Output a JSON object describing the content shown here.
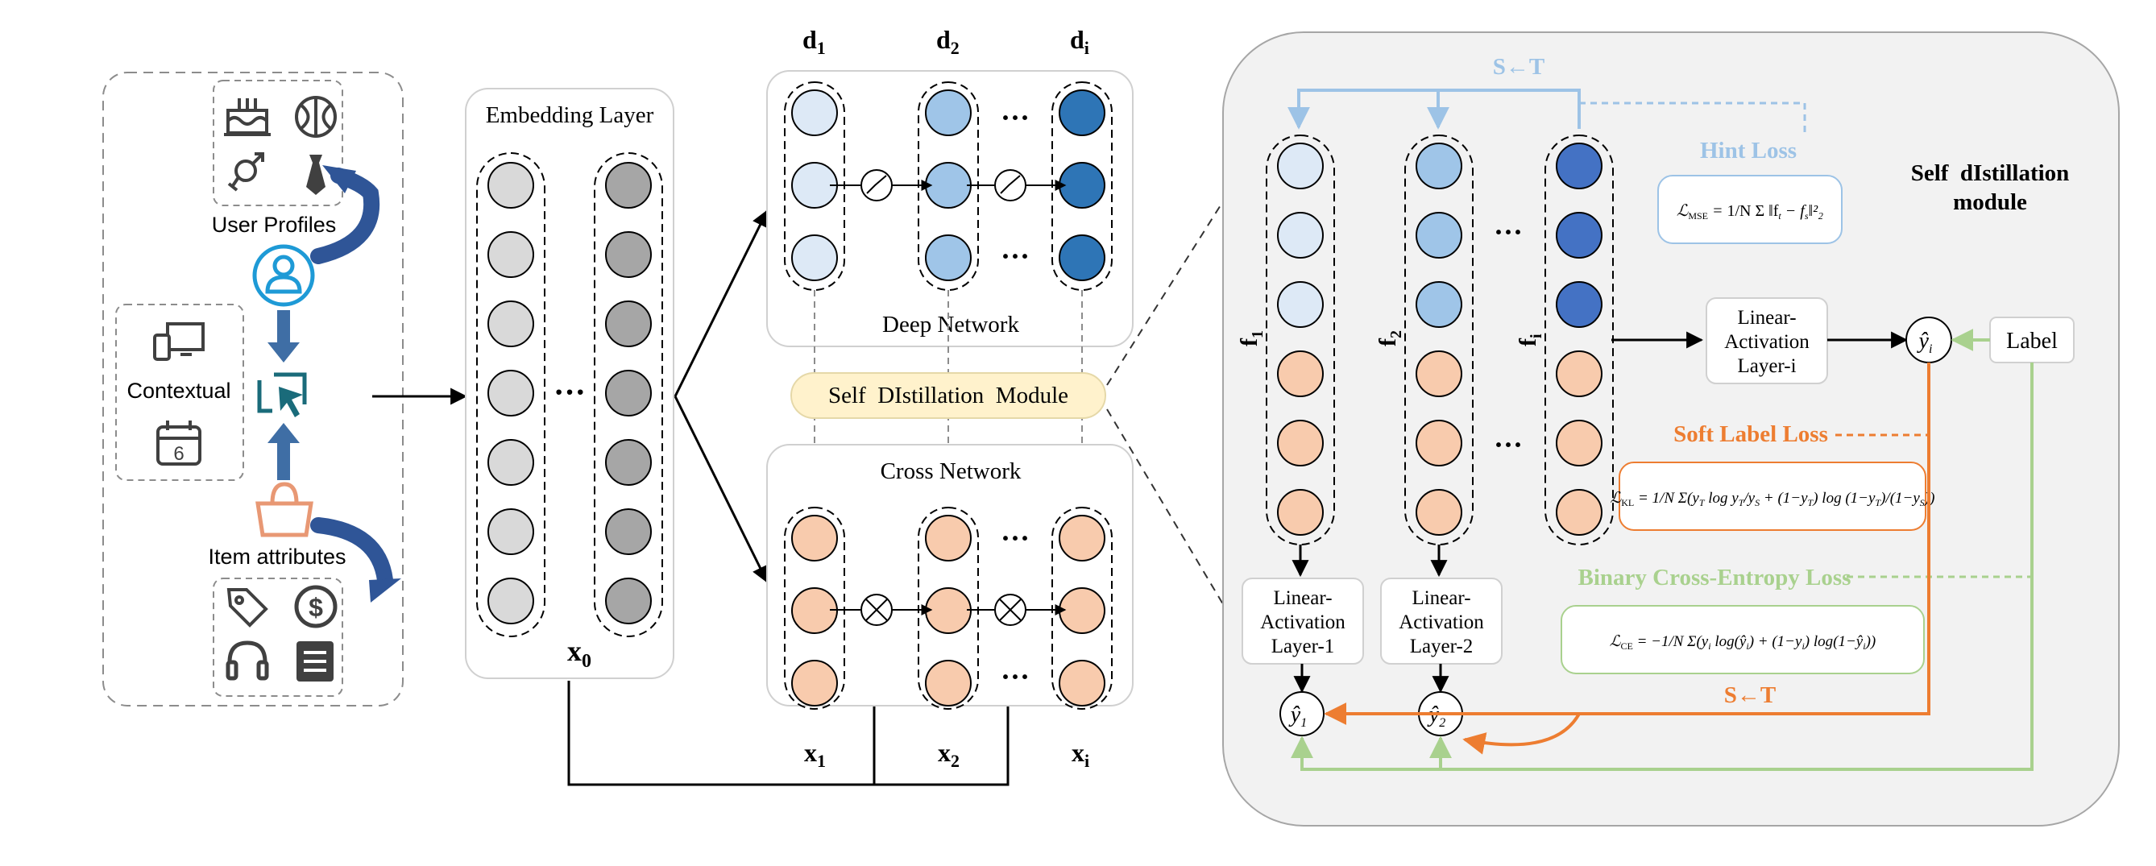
{
  "input": {
    "user_profiles_label": "User Profiles",
    "contextual_label": "Contextual",
    "item_attributes_label": "Item attributes",
    "calendar_day": "6",
    "icons": {
      "profile": [
        "cake-icon",
        "basketball-icon",
        "gender-icon",
        "tie-icon"
      ],
      "user": "user-icon",
      "context": [
        "devices-icon",
        "calendar-icon"
      ],
      "click": "cursor-click-icon",
      "item": "shopping-bag-icon",
      "attributes": [
        "tag-icon",
        "dollar-icon",
        "headphones-icon",
        "document-icon"
      ]
    }
  },
  "embedding": {
    "title": "Embedding Layer",
    "ellipsis": "···",
    "x0": "x",
    "x0_sub": "0"
  },
  "deep_network": {
    "title": "Deep Network",
    "d1": "d",
    "d1_sub": "1",
    "d2": "d",
    "d2_sub": "2",
    "di": "d",
    "di_sub": "i",
    "ellipsis": "···"
  },
  "sdm_bar": {
    "label": "Self  DIstillation  Module"
  },
  "cross_network": {
    "title": "Cross Network",
    "x1": "x",
    "x1_sub": "1",
    "x2": "x",
    "x2_sub": "2",
    "xi": "x",
    "xi_sub": "i",
    "ellipsis": "···"
  },
  "module": {
    "title_line1": "Self  dIstillation",
    "title_line2": "module",
    "s_t_top": "S←T",
    "s_t_bottom": "S←T",
    "f1": "f",
    "f1_sub": "1",
    "f2": "f",
    "f2_sub": "2",
    "fi": "f",
    "fi_sub": "i",
    "ellipsis": "···",
    "hint_loss": "Hint Loss",
    "soft_label_loss": "Soft Label Loss",
    "bce_loss": "Binary Cross-Entropy Loss",
    "layer1": [
      "Linear-",
      "Activation",
      "Layer-1"
    ],
    "layer2": [
      "Linear-",
      "Activation",
      "Layer-2"
    ],
    "layeri": [
      "Linear-",
      "Activation",
      "Layer-i"
    ],
    "label": "Label",
    "y_hat": "ŷ",
    "y1_sub": "1",
    "y2_sub": "2",
    "yi_sub": "i"
  },
  "colors": {
    "deep_light": "#dde9f6",
    "deep_mid": "#9fc5e8",
    "deep_dark": "#2e75b6",
    "teacher_blue": "#4472c4",
    "cross_fill": "#f8cbad",
    "embed_light": "#d9d9d9",
    "embed_dark": "#a6a6a6",
    "hint": "#9dc3e6",
    "soft": "#ed7d31",
    "bce": "#a9d18e",
    "sdm_bar": "#fff2cc"
  }
}
